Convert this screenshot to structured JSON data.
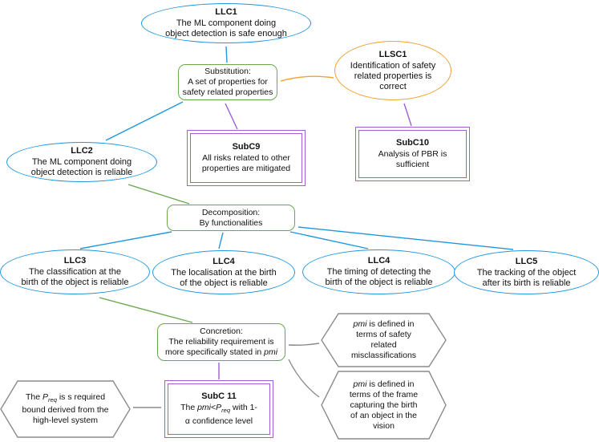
{
  "colors": {
    "goal_blue": "#1f97e0",
    "context_orange": "#f0a232",
    "strategy_green": "#6aa84f",
    "solution_purple": "#9e5fd5",
    "assumption_gray": "#8c8c8c"
  },
  "nodes": {
    "llc1": {
      "id": "LLC1",
      "lines": [
        "The ML component doing",
        "object detection is safe enough"
      ]
    },
    "llsc1": {
      "id": "LLSC1",
      "lines": [
        "Identification of safety",
        "related properties is",
        "correct"
      ]
    },
    "substitution": {
      "title": "Substitution:",
      "lines": [
        "A set of properties for",
        "safety related properties"
      ]
    },
    "llc2": {
      "id": "LLC2",
      "lines": [
        "The ML component doing",
        "object detection is reliable"
      ]
    },
    "subc9": {
      "id": "SubC9",
      "lines": [
        "All risks related to other",
        "properties are mitigated"
      ]
    },
    "subc10": {
      "id": "SubC10",
      "lines": [
        "Analysis of PBR is",
        "sufficient"
      ]
    },
    "decomposition": {
      "title": "Decomposition:",
      "lines": [
        "By functionalities"
      ]
    },
    "llc3": {
      "id": "LLC3",
      "lines": [
        "The classification at the",
        "birth of the object is reliable"
      ]
    },
    "llc4a": {
      "id": "LLC4",
      "lines": [
        "The localisation at the birth",
        "of the object is reliable"
      ]
    },
    "llc4b": {
      "id": "LLC4",
      "lines": [
        "The timing of detecting the",
        "birth of the object is reliable"
      ]
    },
    "llc5": {
      "id": "LLC5",
      "lines": [
        "The tracking of the object",
        "after its birth is reliable"
      ]
    },
    "concretion": {
      "title": "Concretion:",
      "line1": "The reliability requirement is",
      "line2_pre": "more specifically stated in ",
      "line2_term": "pmi"
    },
    "hex_misclass": {
      "term": "pmi",
      "line1_rest": " is defined in",
      "lines": [
        "terms of safety",
        "related",
        "misclassifications"
      ]
    },
    "hex_frame": {
      "term": "pmi",
      "line1_rest": " is defined in",
      "lines": [
        "terms of the frame",
        "capturing the birth",
        "of an object in the",
        "vision"
      ]
    },
    "hex_preq": {
      "pre": "The ",
      "term": "P",
      "sub": "req",
      "line1_rest": " is s required",
      "lines": [
        "bound derived from the",
        "high-level system"
      ]
    },
    "subc11": {
      "id": "SubC 11",
      "pre": "The ",
      "term1": "pmi",
      "lt": "<",
      "term2": "P",
      "sub": "req",
      "line1_rest": " with 1-",
      "line2": "α confidence level"
    }
  },
  "edges": [
    {
      "from": "Substitution",
      "to": "LLC1",
      "color": "blue"
    },
    {
      "from": "LLSC1",
      "to": "Substitution",
      "color": "orange"
    },
    {
      "from": "SubC9",
      "to": "Substitution",
      "color": "purple"
    },
    {
      "from": "SubC10",
      "to": "LLSC1",
      "color": "purple"
    },
    {
      "from": "LLC2",
      "to": "Substitution",
      "color": "blue"
    },
    {
      "from": "Decomposition",
      "to": "LLC2",
      "color": "green"
    },
    {
      "from": "LLC3",
      "to": "Decomposition",
      "color": "blue"
    },
    {
      "from": "LLC4-localisation",
      "to": "Decomposition",
      "color": "blue"
    },
    {
      "from": "LLC4-timing",
      "to": "Decomposition",
      "color": "blue"
    },
    {
      "from": "LLC5",
      "to": "Decomposition",
      "color": "blue"
    },
    {
      "from": "Concretion",
      "to": "LLC3",
      "color": "green"
    },
    {
      "from": "SubC11",
      "to": "Concretion",
      "color": "purple"
    },
    {
      "from": "pmi-misclassifications-assumption",
      "to": "Concretion",
      "color": "gray"
    },
    {
      "from": "pmi-frame-assumption",
      "to": "Concretion",
      "color": "gray"
    },
    {
      "from": "Preq-bound-assumption",
      "to": "SubC11",
      "color": "gray"
    }
  ]
}
